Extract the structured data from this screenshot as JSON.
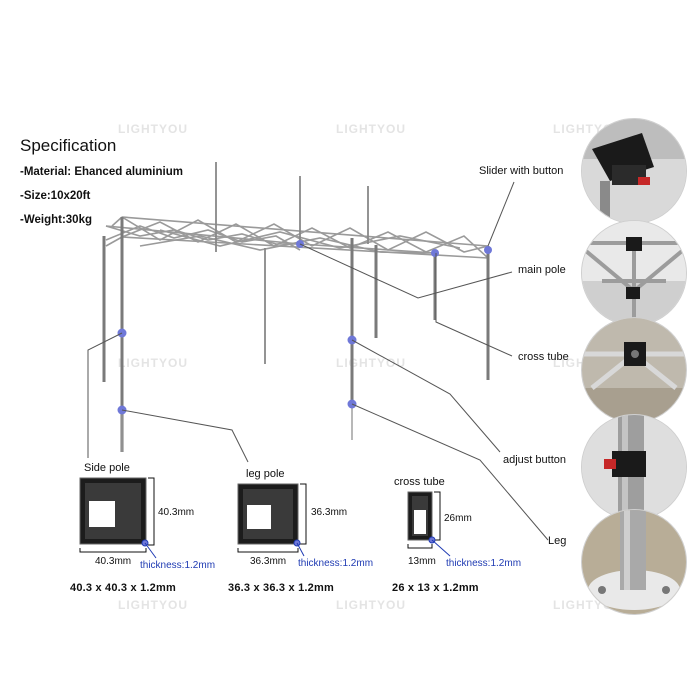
{
  "spec": {
    "title": "Specification",
    "lines": [
      "-Material: Ehanced aluminium",
      "-Size:10x20ft",
      "-Weight:30kg"
    ]
  },
  "callouts": {
    "slider": "Slider with button",
    "main_pole": "main pole",
    "cross_tube": "cross tube",
    "adjust_button": "adjust button",
    "leg": "Leg"
  },
  "sections": [
    {
      "label": "Side pole",
      "width": "40.3mm",
      "height": "40.3mm",
      "thickness": "thickness:1.2mm",
      "caption": "40.3 x 40.3 x 1.2mm"
    },
    {
      "label": "leg pole",
      "width": "36.3mm",
      "height": "36.3mm",
      "thickness": "thickness:1.2mm",
      "caption": "36.3 x 36.3 x 1.2mm"
    },
    {
      "label": "cross tube",
      "width": "13mm",
      "height": "26mm",
      "thickness": "thickness:1.2mm",
      "caption": "26 x 13 x 1.2mm"
    }
  ],
  "watermark": "LIGHTYOU",
  "colors": {
    "joint": "#6f78d8",
    "frame": "#9a9a9a",
    "thickness_text": "#1f3bb3"
  }
}
